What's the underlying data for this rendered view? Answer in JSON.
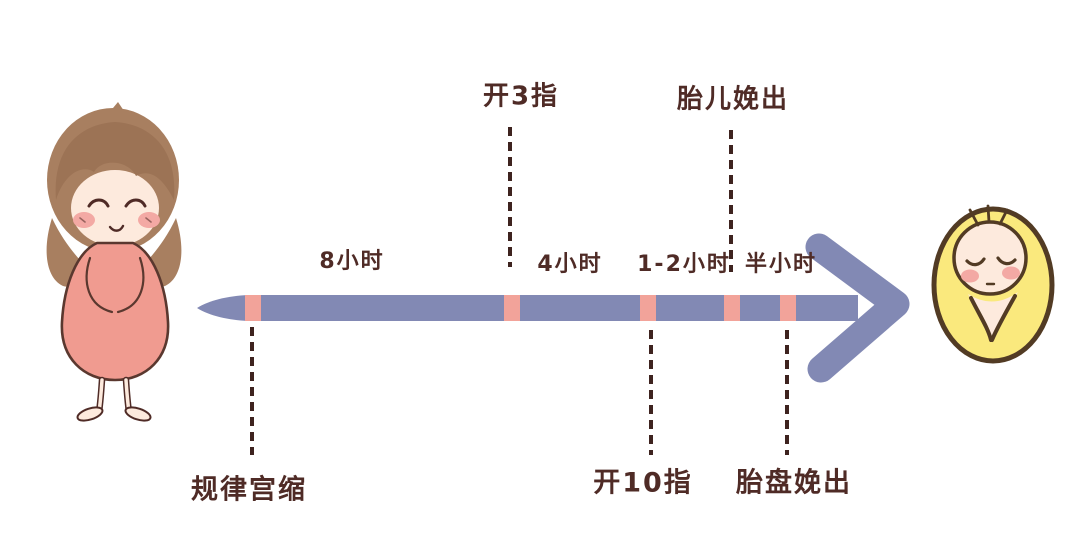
{
  "diagram_type": "labor-stages-timeline",
  "timeline": {
    "durations": [
      {
        "label": "8小时"
      },
      {
        "label": "4小时"
      },
      {
        "label": "1-2小时"
      },
      {
        "label": "半小时"
      }
    ],
    "milestones_top": [
      {
        "label": "开3指"
      },
      {
        "label": "胎儿娩出"
      }
    ],
    "milestones_bottom": [
      {
        "label": "规律宫缩"
      },
      {
        "label": "开10指"
      },
      {
        "label": "胎盘娩出"
      }
    ],
    "illustrations": {
      "start": "pregnant-woman",
      "end": "swaddled-newborn"
    }
  },
  "colors": {
    "arrow": "#8289b4",
    "marker": "#f2a39a",
    "text": "#4f2b26",
    "dash": "#3e231f",
    "dress": "#f09b90",
    "hair": "#a87f60",
    "skin": "#fdeadd",
    "blush": "#f3a9a4",
    "blanket": "#fae97d",
    "outline": "#523b24",
    "background": "#ffffff"
  }
}
